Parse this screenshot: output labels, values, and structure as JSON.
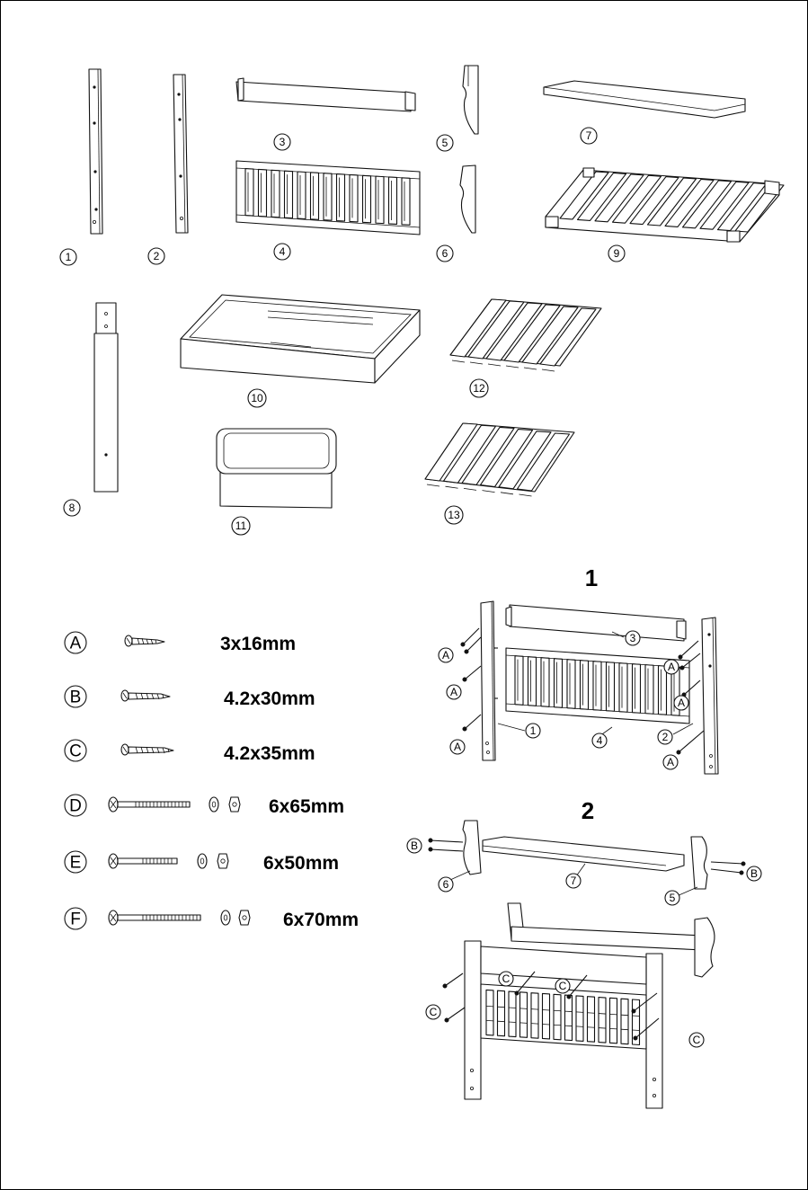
{
  "parts": [
    {
      "num": "1"
    },
    {
      "num": "2"
    },
    {
      "num": "3"
    },
    {
      "num": "4"
    },
    {
      "num": "5"
    },
    {
      "num": "6"
    },
    {
      "num": "7"
    },
    {
      "num": "8"
    },
    {
      "num": "9"
    },
    {
      "num": "10"
    },
    {
      "num": "11"
    },
    {
      "num": "12"
    },
    {
      "num": "13"
    }
  ],
  "hardware": [
    {
      "letter": "A",
      "size": "3x16mm",
      "type": "screw"
    },
    {
      "letter": "B",
      "size": "4.2x30mm",
      "type": "screw"
    },
    {
      "letter": "C",
      "size": "4.2x35mm",
      "type": "screw"
    },
    {
      "letter": "D",
      "size": "6x65mm",
      "type": "bolt-washer-nut"
    },
    {
      "letter": "E",
      "size": "6x50mm",
      "type": "bolt-washer-nut"
    },
    {
      "letter": "F",
      "size": "6x70mm",
      "type": "bolt-washer-nut"
    }
  ],
  "steps": [
    {
      "number": "1",
      "part_callouts": [
        "3",
        "1",
        "4",
        "2"
      ],
      "screw_callouts": [
        "A",
        "A",
        "A",
        "A",
        "A",
        "A"
      ]
    },
    {
      "number": "2",
      "part_callouts": [
        "6",
        "7",
        "5"
      ],
      "screw_callouts": [
        "B",
        "B",
        "C",
        "C",
        "C",
        "C"
      ]
    }
  ]
}
